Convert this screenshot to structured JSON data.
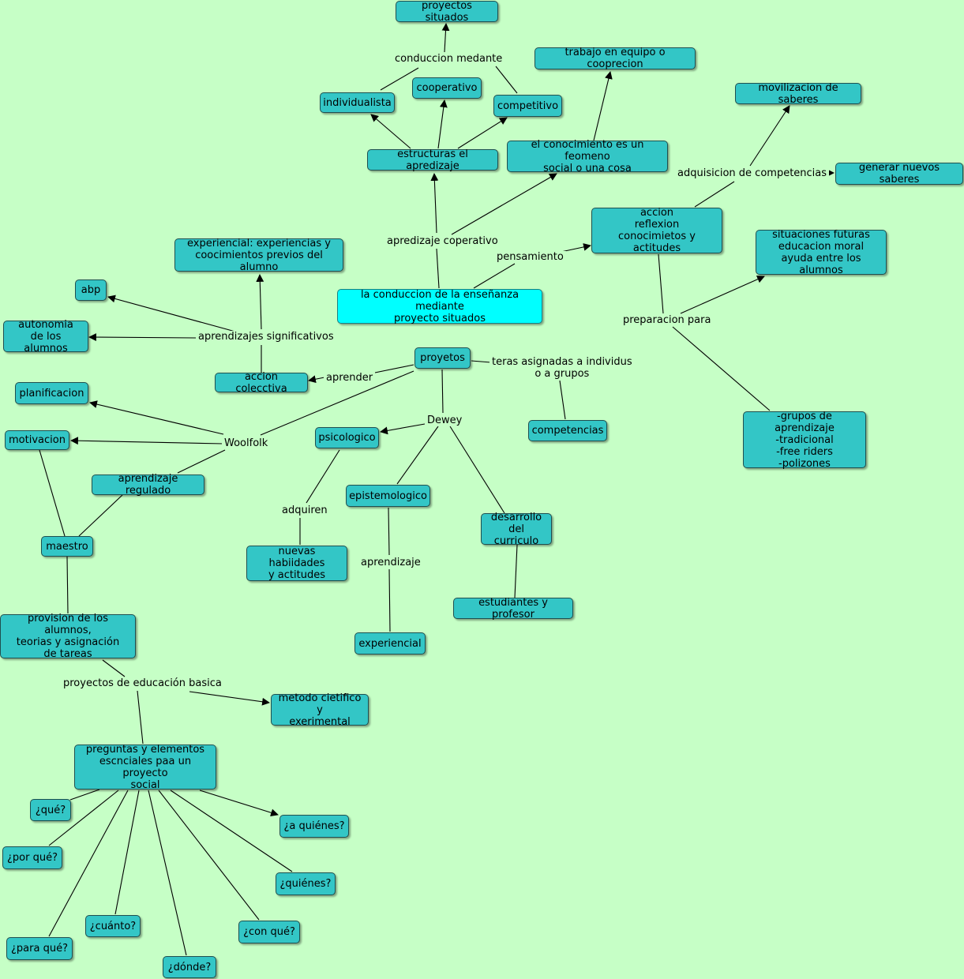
{
  "map": {
    "root": "la conduccion de la enseñanza mediante\nproyecto situados",
    "proyectos_situados": "proyectos situados",
    "conduccion_medante": "conduccion medante",
    "trabajo_equipo": "trabajo en equipo o cooprecion",
    "individualista": "individualista",
    "cooperativo": "cooperativo",
    "competitivo": "competitivo",
    "estructuras": "estructuras el apredizaje",
    "conocimiento_social": "el conocimiento es un feomeno\nsocial o una cosa",
    "movilizacion": "movilizacion de saberes",
    "adquisicion": "adquisicion de competencias",
    "generar": "generar nuevos saberes",
    "accion_reflexion": "accion\nreflexion\nconocimietos y actitudes",
    "situaciones": "situaciones futuras\neducacion moral\nayuda entre los alumnos",
    "aprendizaje_cooperativo": "apredizaje coperativo",
    "pensamiento": "pensamiento",
    "preparacion": "preparacion para",
    "grupos": "-grupos de aprendizaje\n-tradicional\n-free riders\n-polizones",
    "experiencial_previo": "experiencial: experiencias y\ncoocimientos previos del alumno",
    "abp": "abp",
    "autonomia": "autonomia\nde los alumnos",
    "significativos": "aprendizajes significativos",
    "accion_colectiva": "accion colecctiva",
    "aprender": "aprender",
    "proyetos": "proyetos",
    "tareas": "teras asignadas a individus\no a grupos",
    "competencias": "competencias",
    "planificacion": "planificacion",
    "motivacion": "motivacion",
    "woolfolk": "Woolfolk",
    "psicologico": "psicologico",
    "dewey": "Dewey",
    "aprendizaje_regulado": "aprendizaje regulado",
    "adquiren": "adquiren",
    "epistemologico": "epistemologico",
    "desarrollo": "desarrollo\ndel curriculo",
    "maestro": "maestro",
    "habilidades": "nuevas habiidades\ny actitudes",
    "aprendizaje": "aprendizaje",
    "estudiantes": "estudiantes y profesor",
    "provision": "provision de los alumnos,\nteorias y asignación\nde tareas",
    "experiencial": "experiencial",
    "educacion_basica": "proyectos de educación basica",
    "metodo": "metodo cietifico y\nexerimental",
    "preguntas": "preguntas y elementos\nescnciales paa un proyecto\nsocial",
    "que": "¿qué?",
    "a_quienes": "¿a quiénes?",
    "por_que": "¿por qué?",
    "quienes": "¿quiénes?",
    "cuanto": "¿cuánto?",
    "con_que": "¿con qué?",
    "para_que": "¿para qué?",
    "donde": "¿dónde?"
  },
  "colors": {
    "background": "#c6ffc6",
    "node_fill": "#33c6c6",
    "root_fill": "#00ffff",
    "line": "#000000"
  }
}
